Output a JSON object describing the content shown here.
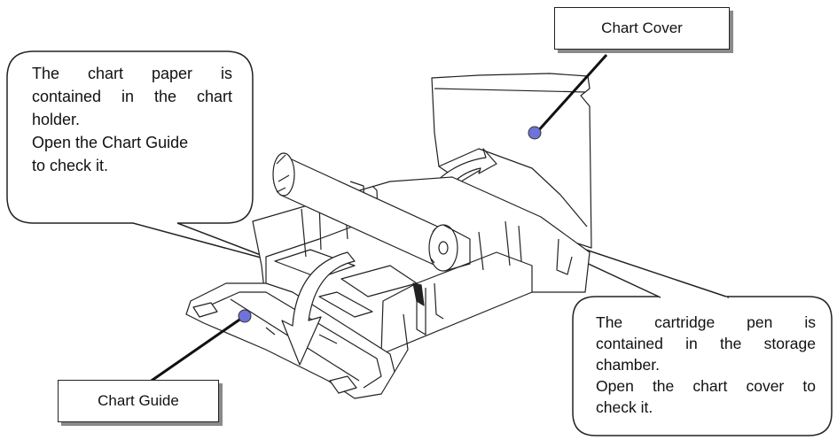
{
  "labels": {
    "chart_cover": "Chart Cover",
    "chart_guide": "Chart Guide"
  },
  "callouts": {
    "chart_paper": {
      "lines": [
        "The chart paper is",
        "contained in the chart",
        "holder.",
        "Open the Chart Guide",
        "to check it."
      ]
    },
    "cartridge_pen": {
      "lines": [
        "The cartridge pen is",
        "contained in the storage",
        "chamber.",
        "Open the chart cover to",
        "check it."
      ]
    }
  },
  "colors": {
    "marker": "#6f72d8",
    "line_art": "#222222",
    "label_shadow": "#8a8a8a"
  }
}
